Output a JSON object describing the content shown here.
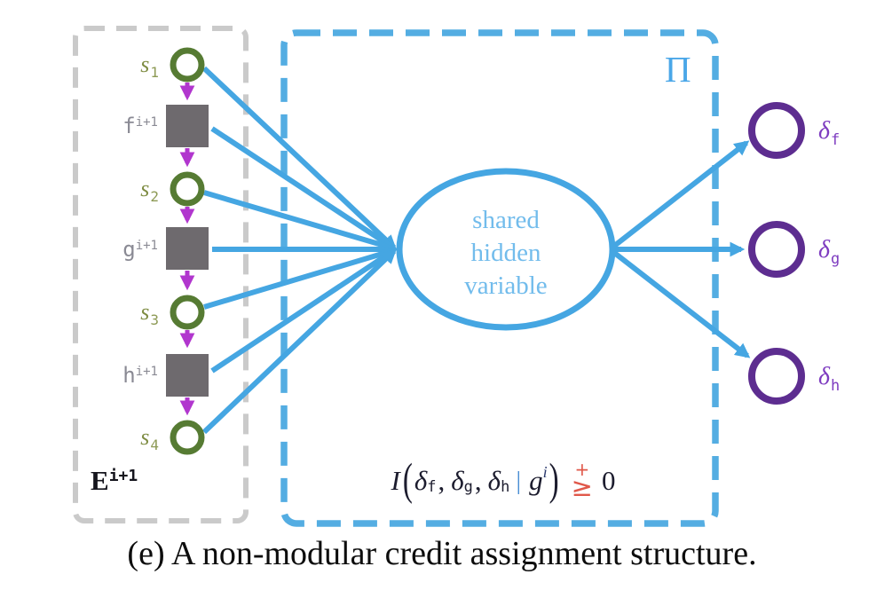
{
  "caption": "(e) A non-modular credit assignment structure.",
  "left_panel": {
    "label_base": "E",
    "label_sup": "i+1",
    "nodes": [
      {
        "kind": "state-circle",
        "base": "s",
        "sub": "1"
      },
      {
        "kind": "function-square",
        "base": "f",
        "sup": "i+1"
      },
      {
        "kind": "state-circle",
        "base": "s",
        "sub": "2"
      },
      {
        "kind": "function-square",
        "base": "g",
        "sup": "i+1"
      },
      {
        "kind": "state-circle",
        "base": "s",
        "sub": "3"
      },
      {
        "kind": "function-square",
        "base": "h",
        "sup": "i+1"
      },
      {
        "kind": "state-circle",
        "base": "s",
        "sub": "4"
      }
    ]
  },
  "policy_box": {
    "label": "Π",
    "hidden_node_lines": {
      "l1": "shared",
      "l2": "hidden",
      "l3": "variable"
    },
    "inequality": {
      "func": "I",
      "open_paren": "(",
      "terms": [
        {
          "base": "δ",
          "sub": "f"
        },
        {
          "base": "δ",
          "sub": "g"
        },
        {
          "base": "δ",
          "sub": "h"
        }
      ],
      "comma": ",",
      "bar": "|",
      "given_base": "g",
      "given_sup": "i",
      "close_paren": ")",
      "relation": "≥",
      "relation_top": "+",
      "rhs": "0"
    }
  },
  "output_nodes": [
    {
      "base": "δ",
      "sub": "f"
    },
    {
      "base": "δ",
      "sub": "g"
    },
    {
      "base": "δ",
      "sub": "h"
    }
  ],
  "colors": {
    "line_blue": "#45a6e2",
    "box_blue": "#54ade2",
    "ellipse_text_blue": "#72bcec",
    "olive_circle": "#567b33",
    "s_label_olive": "#7e8c42",
    "gray_square": "#6e6a6e",
    "fn_label_gray": "#8a8a94",
    "magenta_arrow": "#b136ce",
    "purple_circle": "#5d2d90",
    "purple_label": "#7e3cc0",
    "inequality_red": "#e0584a",
    "gray_dash": "#cacaca",
    "text_black": "#111111"
  }
}
